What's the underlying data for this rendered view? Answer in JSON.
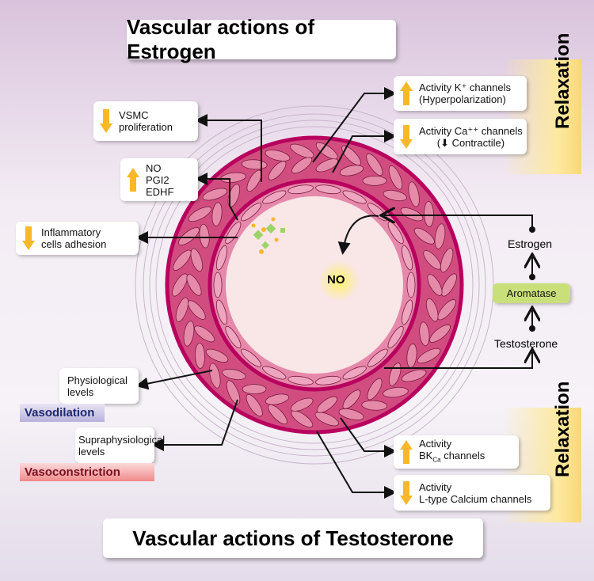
{
  "titles": {
    "estrogen": "Vascular actions of Estrogen",
    "testosterone": "Vascular actions of Testosterone"
  },
  "estrogen_effects": [
    {
      "direction": "down",
      "lines": [
        "VSMC",
        "proliferation"
      ]
    },
    {
      "direction": "up",
      "lines": [
        "NO",
        "PGI2",
        "EDHF"
      ]
    },
    {
      "direction": "down",
      "lines": [
        "Inflammatory",
        "cells adhesion"
      ]
    },
    {
      "direction": "up",
      "lines": [
        "Activity K⁺ channels",
        "(Hyperpolarization)"
      ]
    },
    {
      "direction": "down",
      "lines": [
        "Activity Ca⁺⁺ channels",
        "(⬇ Contractile)"
      ]
    }
  ],
  "testosterone_effects": [
    {
      "direction": "up",
      "lines": [
        "Activity",
        "BK",
        "Ca",
        " channels"
      ]
    },
    {
      "direction": "down",
      "lines": [
        "Activity",
        "L-type Calcium channels"
      ]
    }
  ],
  "levels": {
    "physiological": [
      "Physiological",
      "levels"
    ],
    "supraphysiological": [
      "Supraphysiological",
      "levels"
    ]
  },
  "tags": {
    "vasodilation": "Vasodilation",
    "vasoconstriction": "Vasoconstriction",
    "relaxation": "Relaxation"
  },
  "pathway": {
    "estrogen": "Estrogen",
    "aromatase": "Aromatase",
    "testosterone": "Testosterone",
    "no": "NO"
  },
  "colors": {
    "vessel": "#c8336e",
    "cells": "#e58aa8",
    "lumen": "#f8e4e6",
    "arrow_up": "#f8b82a",
    "aromatase": "#c9e07a",
    "vasodilation": "#b8b2dc",
    "vasoconstriction": "#f08a8a"
  }
}
